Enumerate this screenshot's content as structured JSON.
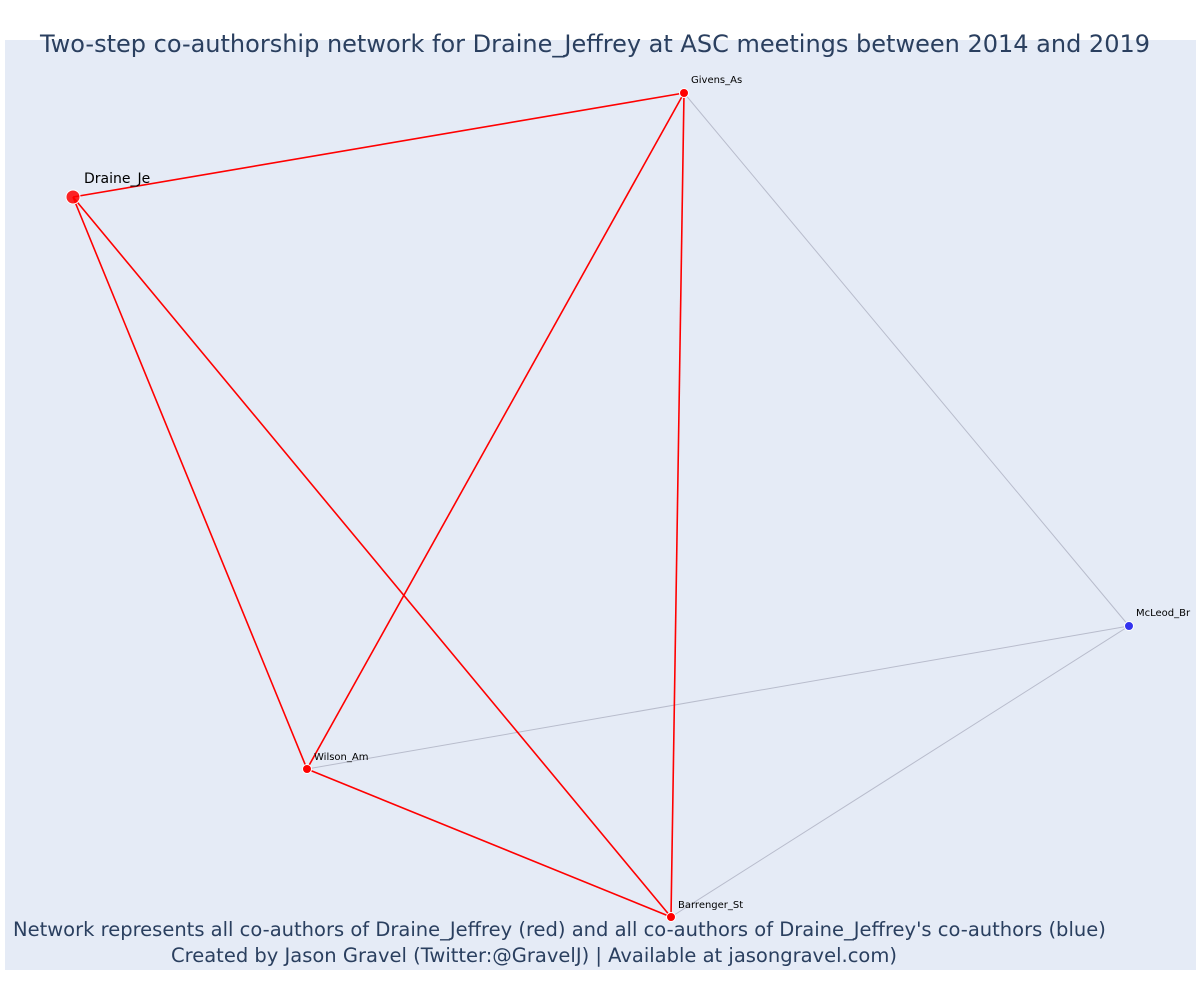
{
  "title": "Two-step co-authorship network for Draine_Jeffrey at ASC meetings between 2014 and 2019",
  "caption": {
    "line1": "Network represents all co-authors of Draine_Jeffrey (red) and all co-authors of Draine_Jeffrey's co-authors (blue)",
    "line2": "Created by Jason Gravel (Twitter:@GravelJ) | Available at jasongravel.com)"
  },
  "colors": {
    "background": "#e5ebf6",
    "first_step": "#ff0000",
    "second_step": "#3333ee",
    "second_step_edge": "#b8bccc",
    "text": "#2a3f5f"
  },
  "nodes": [
    {
      "id": "Draine_Je",
      "label": "Draine_Je",
      "group": "focal"
    },
    {
      "id": "Givens_As",
      "label": "Givens_As",
      "group": "coauthor"
    },
    {
      "id": "McLeod_Br",
      "label": "McLeod_Br",
      "group": "second-step"
    },
    {
      "id": "Wilson_Am",
      "label": "Wilson_Am",
      "group": "coauthor"
    },
    {
      "id": "Barrenger_St",
      "label": "Barrenger_St",
      "group": "coauthor"
    }
  ],
  "edges": [
    {
      "source": "Draine_Je",
      "target": "Givens_As",
      "type": "first"
    },
    {
      "source": "Draine_Je",
      "target": "Wilson_Am",
      "type": "first"
    },
    {
      "source": "Draine_Je",
      "target": "Barrenger_St",
      "type": "first"
    },
    {
      "source": "Givens_As",
      "target": "Wilson_Am",
      "type": "first"
    },
    {
      "source": "Givens_As",
      "target": "Barrenger_St",
      "type": "first"
    },
    {
      "source": "Wilson_Am",
      "target": "Barrenger_St",
      "type": "first"
    },
    {
      "source": "Givens_As",
      "target": "McLeod_Br",
      "type": "second"
    },
    {
      "source": "Wilson_Am",
      "target": "McLeod_Br",
      "type": "second"
    },
    {
      "source": "Barrenger_St",
      "target": "McLeod_Br",
      "type": "second"
    }
  ]
}
